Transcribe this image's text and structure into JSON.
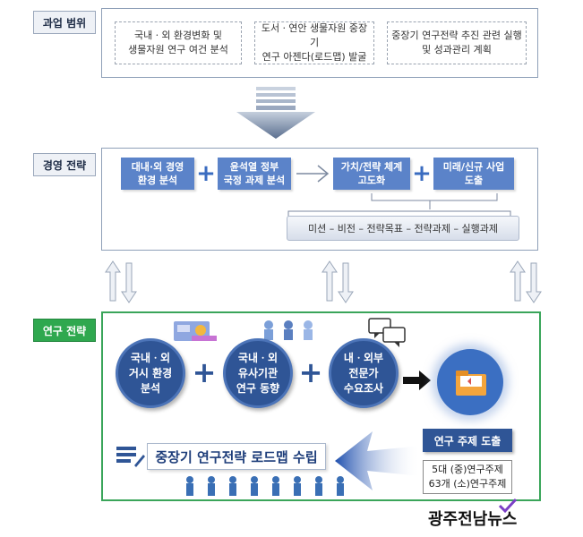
{
  "scope": {
    "label": "과업 범위",
    "items": [
      "국내ㆍ외 환경변화 및\n생물자원 연구 여건 분석",
      "도서ㆍ연안 생물자원 중장기\n연구 아젠다(로드맵) 발굴",
      "중장기 연구전략 추진 관련 실행\n및 성과관리 계획"
    ]
  },
  "management": {
    "label": "경영 전략",
    "boxes": [
      "대내·외 경영\n환경 분석",
      "윤석열 정부\n국정 과제 분석",
      "가치/전략 체계\n고도화",
      "미래/신규 사업\n도출"
    ],
    "mission_bar": "미션 – 비전 – 전략목표 – 전략과제 – 실행과제"
  },
  "research": {
    "label": "연구 전략",
    "circles": [
      "국내ㆍ외\n거시 환경\n분석",
      "국내ㆍ외\n유사기관\n연구 동향",
      "내ㆍ외부\n전문가\n수요조사"
    ],
    "topic_button": "연구 주제 도출",
    "topics": [
      "5대 (중)연구주제",
      "63개 (소)연구주제"
    ],
    "roadmap": "중장기 연구전략 로드맵 수립"
  },
  "watermark": "광주전남뉴스",
  "colors": {
    "blue_box": "#5b83c9",
    "navy": "#2f5596",
    "green": "#2fa84f"
  }
}
